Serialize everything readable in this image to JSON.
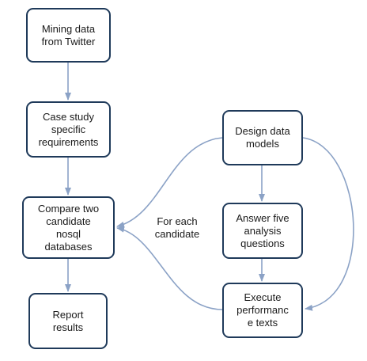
{
  "diagram": {
    "edge_color": "#8ba2c6",
    "border_color": "#1f3a5a",
    "nodes": {
      "mining": "Mining data\nfrom Twitter",
      "case_study": "Case study\nspecific\nrequirements",
      "compare": "Compare two\ncandidate\nnosql\ndatabases",
      "report": "Report\nresults",
      "design": "Design data\nmodels",
      "answer": "Answer five\nanalysis\nquestions",
      "execute": "Execute\nperformanc\ne texts"
    },
    "edge_label": "For each\ncandidate"
  }
}
